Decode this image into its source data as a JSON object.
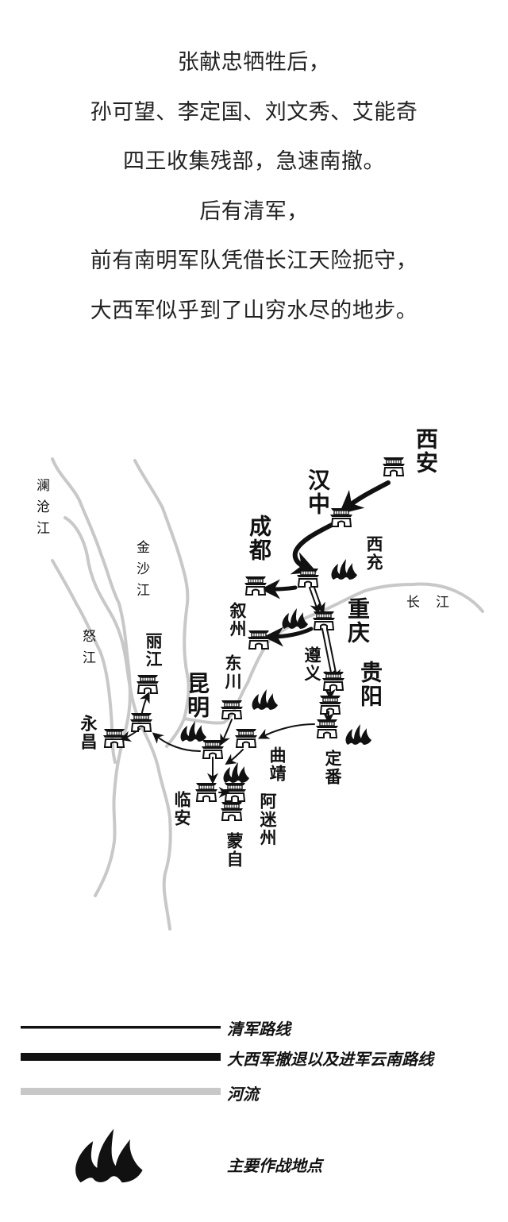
{
  "intro": {
    "lines": [
      "张献忠牺牲后，",
      "孙可望、李定国、刘文秀、艾能奇",
      "四王收集残部，急速南撤。",
      "后有清军，",
      "前有南明军队凭借长江天险扼守，",
      "大西军似乎到了山穷水尽的地步。"
    ]
  },
  "map": {
    "cities": {
      "xian": "西安",
      "hanzhong": "汉中",
      "chengdu": "成都",
      "xichong": "西充",
      "chongqing": "重庆",
      "xuzhou": "叙州",
      "zunyi": "遵义",
      "guiyang": "贵阳",
      "dongchuan": "东川",
      "kunming": "昆明",
      "lijiang": "丽江",
      "yongchang": "永昌",
      "qujing": "曲靖",
      "dingfan": "定番",
      "amizhou": "阿迷州",
      "linan": "临安",
      "mengzi": "蒙自"
    },
    "rivers": {
      "lancang": "澜沧江",
      "jinsha": "金沙江",
      "nu": "怒江",
      "changjiang": "长江"
    },
    "colors": {
      "river": "#c8c8c8",
      "route": "#111111"
    }
  },
  "legend": {
    "items": [
      {
        "label": "清军路线",
        "style": "thin-black-line"
      },
      {
        "label": "大西军撤退以及进军云南路线",
        "style": "thick-black-line"
      },
      {
        "label": "河流",
        "style": "gray-line"
      },
      {
        "label": "主要作战地点",
        "style": "flame-icon"
      }
    ]
  }
}
